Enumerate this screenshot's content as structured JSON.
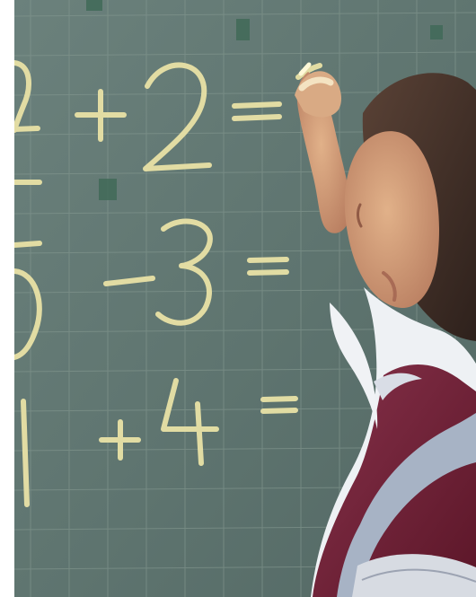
{
  "scene": {
    "description_hidden": "",
    "colors": {
      "chalkboard": "#5f7570",
      "grid": "#7f938f",
      "chalk": "#e9e2a6",
      "skin": "#d8a982",
      "hair": "#3f2d25",
      "vest": "#6f1f35",
      "collar": "#a7b3c5",
      "shirt": "#eef1f4",
      "frame_white": "#ffffff"
    },
    "icons": [
      "chalkboard-grid",
      "child-writing",
      "chalk-equation"
    ]
  }
}
